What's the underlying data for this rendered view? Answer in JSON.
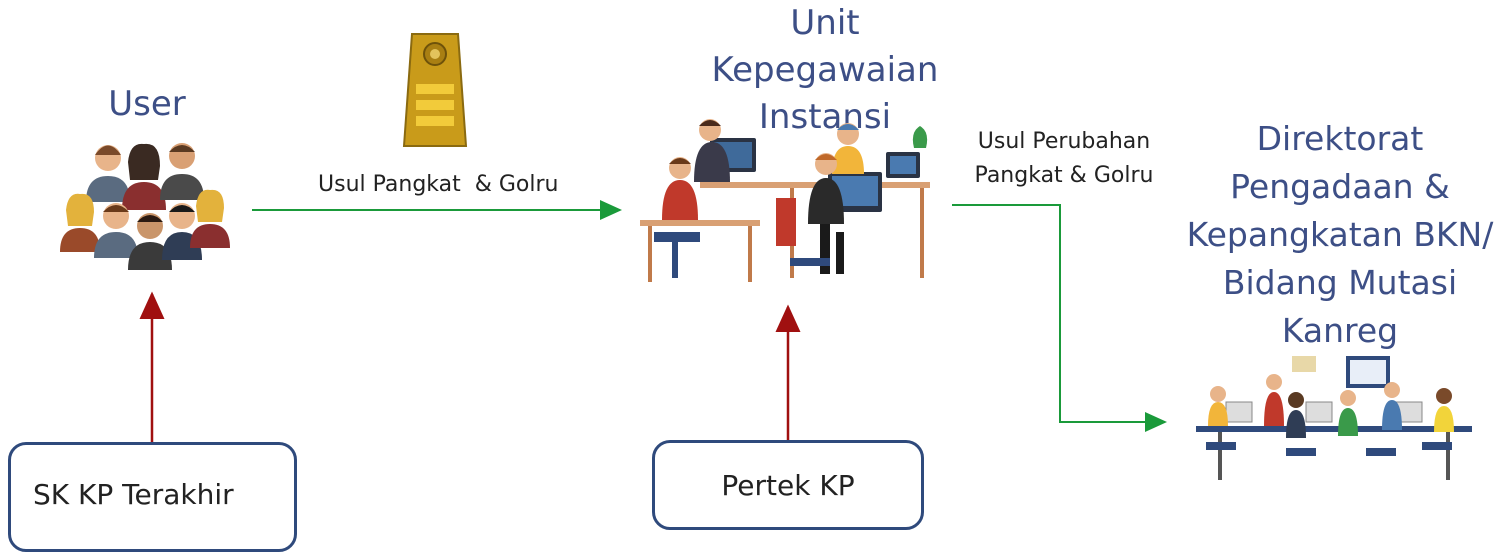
{
  "nodes": {
    "user": {
      "title": "User"
    },
    "unit": {
      "title_lines": [
        "Unit",
        "Kepegawaian",
        "Instansi"
      ]
    },
    "direktorat": {
      "title_lines": [
        "Direktorat",
        "Pengadaan &",
        "Kepangkatan BKN/",
        "Bidang Mutasi",
        "Kanreg"
      ]
    }
  },
  "edges": {
    "user_to_unit": {
      "label": "Usul Pangkat  & Golru"
    },
    "unit_to_direktorat": {
      "label_lines": [
        "Usul Perubahan",
        "Pangkat & Golru"
      ]
    }
  },
  "boxes": {
    "sk_kp": {
      "label": "SK KP Terakhir"
    },
    "pertek_kp": {
      "label": "Pertek KP"
    }
  },
  "icons": {
    "insignia": "rank-insignia-icon",
    "users": "user-group-icon",
    "office": "office-workers-icon",
    "bkn_office": "bkn-office-team-icon"
  },
  "colors": {
    "title": "#3d4f86",
    "green_arrow": "#1a9a3a",
    "red_arrow": "#a01010",
    "box_border": "#2f4a7c",
    "insignia_gold": "#c99b1a"
  }
}
